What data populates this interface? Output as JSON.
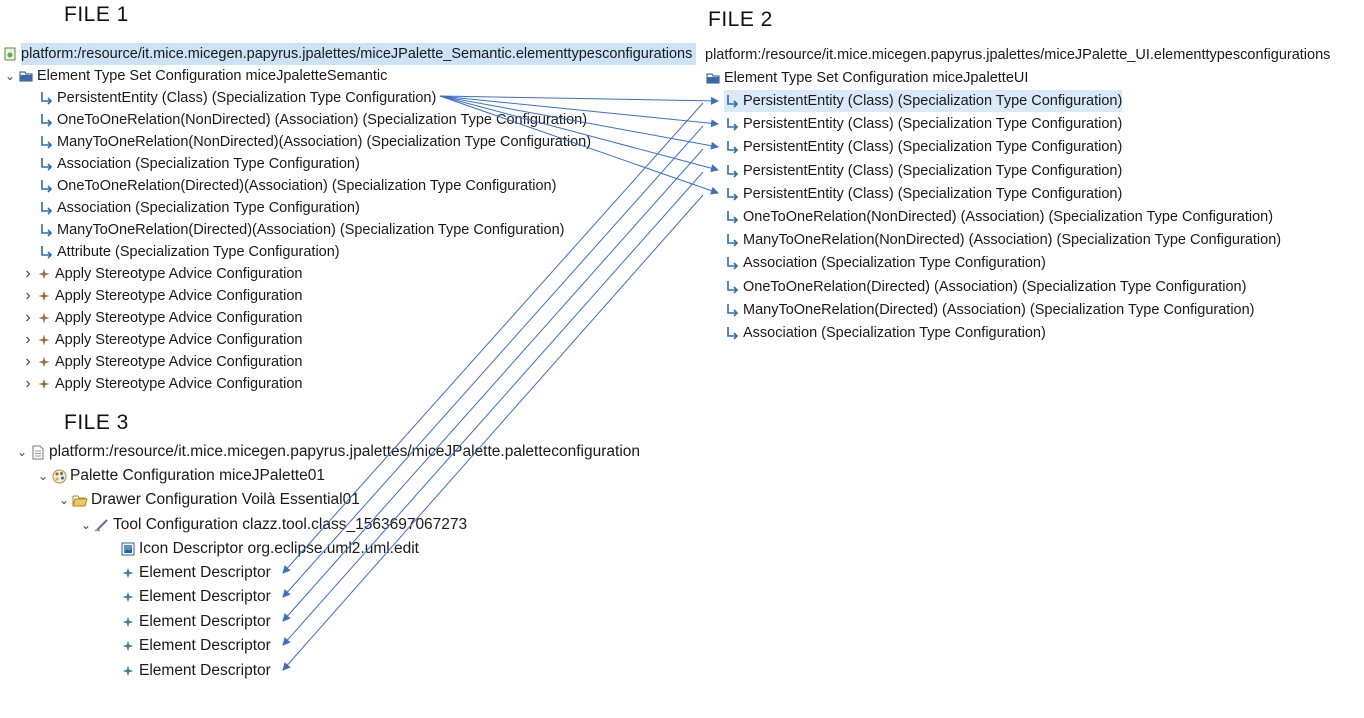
{
  "headings": {
    "file1": "FILE 1",
    "file2": "FILE 2",
    "file3": "FILE 3"
  },
  "file1": {
    "root": "platform:/resource/it.mice.micegen.papyrus.jpalettes/miceJPalette_Semantic.elementtypesconfigurations",
    "set": "Element Type Set Configuration miceJpaletteSemantic",
    "specializations": [
      "PersistentEntity (Class) (Specialization Type Configuration)",
      "OneToOneRelation(NonDirected) (Association) (Specialization Type Configuration)",
      "ManyToOneRelation(NonDirected)(Association) (Specialization Type Configuration)",
      "Association (Specialization Type Configuration)",
      "OneToOneRelation(Directed)(Association) (Specialization Type Configuration)",
      "Association (Specialization Type Configuration)",
      "ManyToOneRelation(Directed)(Association) (Specialization Type Configuration)",
      "Attribute (Specialization Type Configuration)"
    ],
    "advices": [
      "Apply Stereotype Advice Configuration",
      "Apply Stereotype Advice Configuration",
      "Apply Stereotype Advice Configuration",
      "Apply Stereotype Advice Configuration",
      "Apply Stereotype Advice Configuration",
      "Apply Stereotype Advice Configuration"
    ]
  },
  "file2": {
    "root": "platform:/resource/it.mice.micegen.papyrus.jpalettes/miceJPalette_UI.elementtypesconfigurations",
    "set": "Element Type Set Configuration miceJpaletteUI",
    "specializations": [
      "PersistentEntity (Class) (Specialization Type Configuration)",
      "PersistentEntity (Class) (Specialization Type Configuration)",
      "PersistentEntity (Class) (Specialization Type Configuration)",
      "PersistentEntity (Class) (Specialization Type Configuration)",
      "PersistentEntity (Class) (Specialization Type Configuration)",
      "OneToOneRelation(NonDirected) (Association) (Specialization Type Configuration)",
      "ManyToOneRelation(NonDirected) (Association) (Specialization Type Configuration)",
      "Association (Specialization Type Configuration)",
      "OneToOneRelation(Directed) (Association) (Specialization Type Configuration)",
      "ManyToOneRelation(Directed) (Association) (Specialization Type Configuration)",
      "Association (Specialization Type Configuration)"
    ]
  },
  "file3": {
    "root": "platform:/resource/it.mice.micegen.papyrus.jpalettes/miceJPalette.paletteconfiguration",
    "palette": "Palette Configuration miceJPalette01",
    "drawer": "Drawer Configuration Voilà Essential01",
    "tool": "Tool Configuration clazz.tool.class_1563697067273",
    "icon_descriptor": "Icon Descriptor org.eclipse.uml2.uml.edit",
    "element_descriptors": [
      "Element Descriptor",
      "Element Descriptor",
      "Element Descriptor",
      "Element Descriptor",
      "Element Descriptor"
    ]
  },
  "colors": {
    "arrow": "#3b6fc4",
    "selection": "#cce3f7",
    "spec_icon": "#2b6cb8",
    "advice_icon": "#a0703c"
  },
  "icons": {
    "spec": "specialization-arrow-icon",
    "advice": "advice-diamond-icon",
    "set": "folder-set-icon",
    "resource": "resource-file-icon",
    "palette": "palette-icon",
    "drawer": "open-folder-icon",
    "tool": "tool-pen-icon",
    "icon_descriptor": "image-icon",
    "element": "element-star-icon"
  }
}
